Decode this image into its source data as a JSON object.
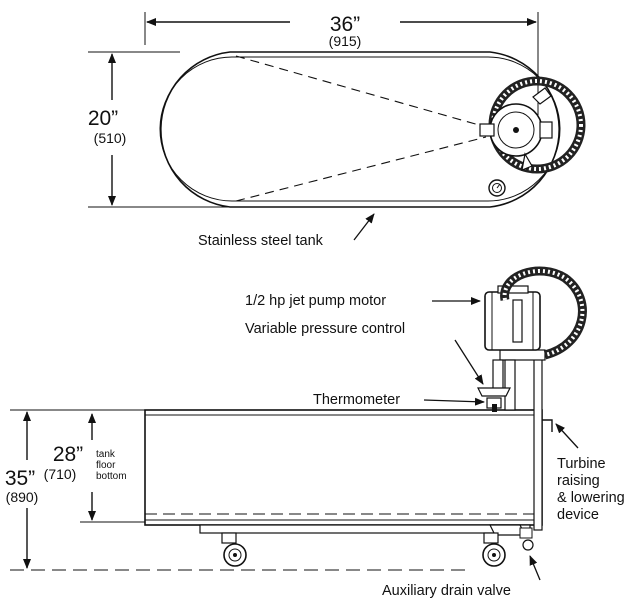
{
  "top_view": {
    "width_dim": "36”",
    "width_mm": "(915)",
    "height_dim": "20”",
    "height_mm": "(510)",
    "tank_label": "Stainless steel tank"
  },
  "side_view": {
    "motor_label": "1/2 hp jet pump motor",
    "pressure_label": "Variable pressure control",
    "thermometer_label": "Thermometer",
    "turbine_label_lines": [
      "Turbine",
      "raising",
      "& lowering",
      "device"
    ],
    "drain_label": "Auxiliary drain valve",
    "overall_height_dim": "35”",
    "overall_height_mm": "(890)",
    "floor_height_dim": "28”",
    "floor_height_mm": "(710)",
    "floor_note_lines": [
      "tank",
      "floor",
      "bottom"
    ]
  }
}
